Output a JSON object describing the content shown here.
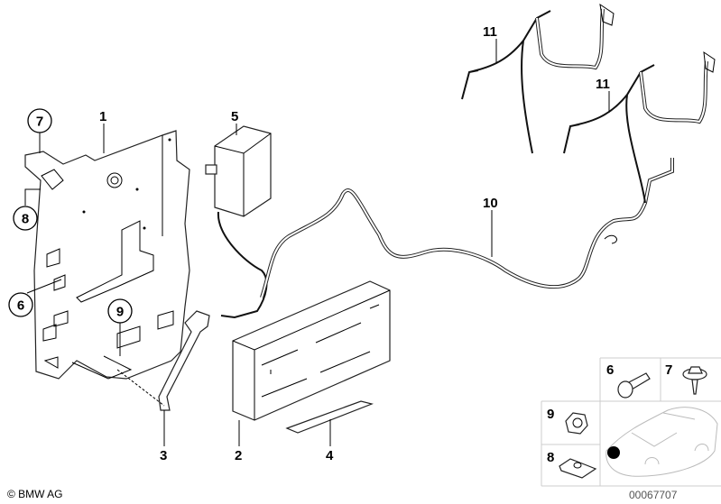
{
  "diagram": {
    "callouts": [
      {
        "id": "1",
        "label": "1"
      },
      {
        "id": "2",
        "label": "2"
      },
      {
        "id": "3",
        "label": "3"
      },
      {
        "id": "4",
        "label": "4"
      },
      {
        "id": "5",
        "label": "5"
      },
      {
        "id": "6",
        "label": "6"
      },
      {
        "id": "7",
        "label": "7"
      },
      {
        "id": "8",
        "label": "8"
      },
      {
        "id": "9",
        "label": "9"
      },
      {
        "id": "10",
        "label": "10"
      },
      {
        "id": "11a",
        "label": "11"
      },
      {
        "id": "11b",
        "label": "11"
      }
    ],
    "inset": {
      "cells": [
        {
          "label": "6",
          "icon": "bolt-icon"
        },
        {
          "label": "7",
          "icon": "screw-icon"
        },
        {
          "label": "9",
          "icon": "nut-icon"
        },
        {
          "label": "8",
          "icon": "clip-nut-icon"
        }
      ],
      "car_icon": "car-location-icon"
    },
    "copyright": "© BMW AG",
    "diagram_number": "00067707"
  }
}
